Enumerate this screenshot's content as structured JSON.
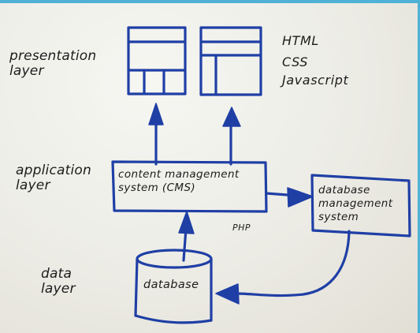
{
  "layers": {
    "presentation": "presentation\nlayer",
    "application": "application\nlayer",
    "data": "data\nlayer"
  },
  "technologies": {
    "html": "HTML",
    "css": "CSS",
    "javascript": "Javascript",
    "php": "PHP"
  },
  "components": {
    "cms": "content management\nsystem (CMS)",
    "dbms": "database\nmanagement\nsystem",
    "database": "database"
  },
  "colors": {
    "marker_blue": "#1f3fa5",
    "marker_black": "#1c1c1c",
    "board": "#efeee8",
    "frame": "#4fb1d6"
  }
}
